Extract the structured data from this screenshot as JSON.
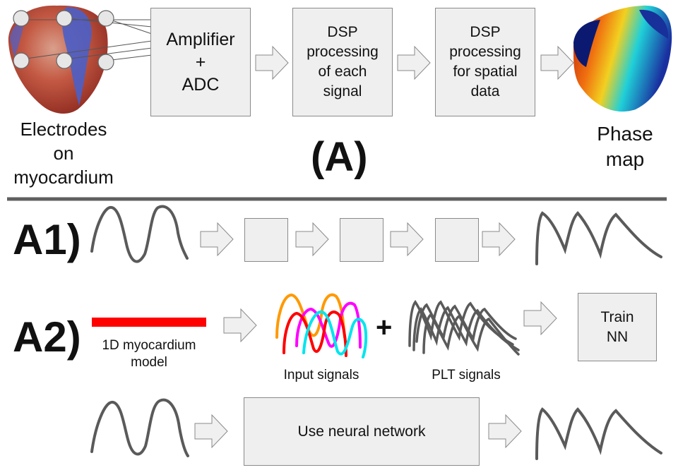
{
  "pipeline_a": {
    "heart_label": "Electrodes\non\nmyocardium",
    "amp_box": "Amplifier\n+\nADC",
    "dsp1_box": "DSP\nprocessing\nof each\nsignal",
    "dsp2_box": "DSP\nprocessing\nfor spatial\ndata",
    "phase_label": "Phase\nmap",
    "section_label": "(A)"
  },
  "pipeline_a1": {
    "label": "A1)"
  },
  "pipeline_a2": {
    "label": "A2)",
    "model_label": "1D myocardium\nmodel",
    "input_label": "Input signals",
    "plus": "+",
    "plt_label": "PLT signals",
    "train_box": "Train\nNN",
    "nn_box": "Use neural network"
  },
  "colors": {
    "box_fill": "#efefef",
    "box_border": "#8a8a8a",
    "signal": "#5a5a5a",
    "divider": "#5f5f5f",
    "model_bar": "#ff0000",
    "input_signal_colors": [
      "#ff9900",
      "#ff00ff",
      "#ff0000",
      "#00e5ee"
    ]
  },
  "icons": [
    "electrode-circle-icon",
    "arrow-right-icon",
    "heart-image",
    "phase-map-image"
  ]
}
